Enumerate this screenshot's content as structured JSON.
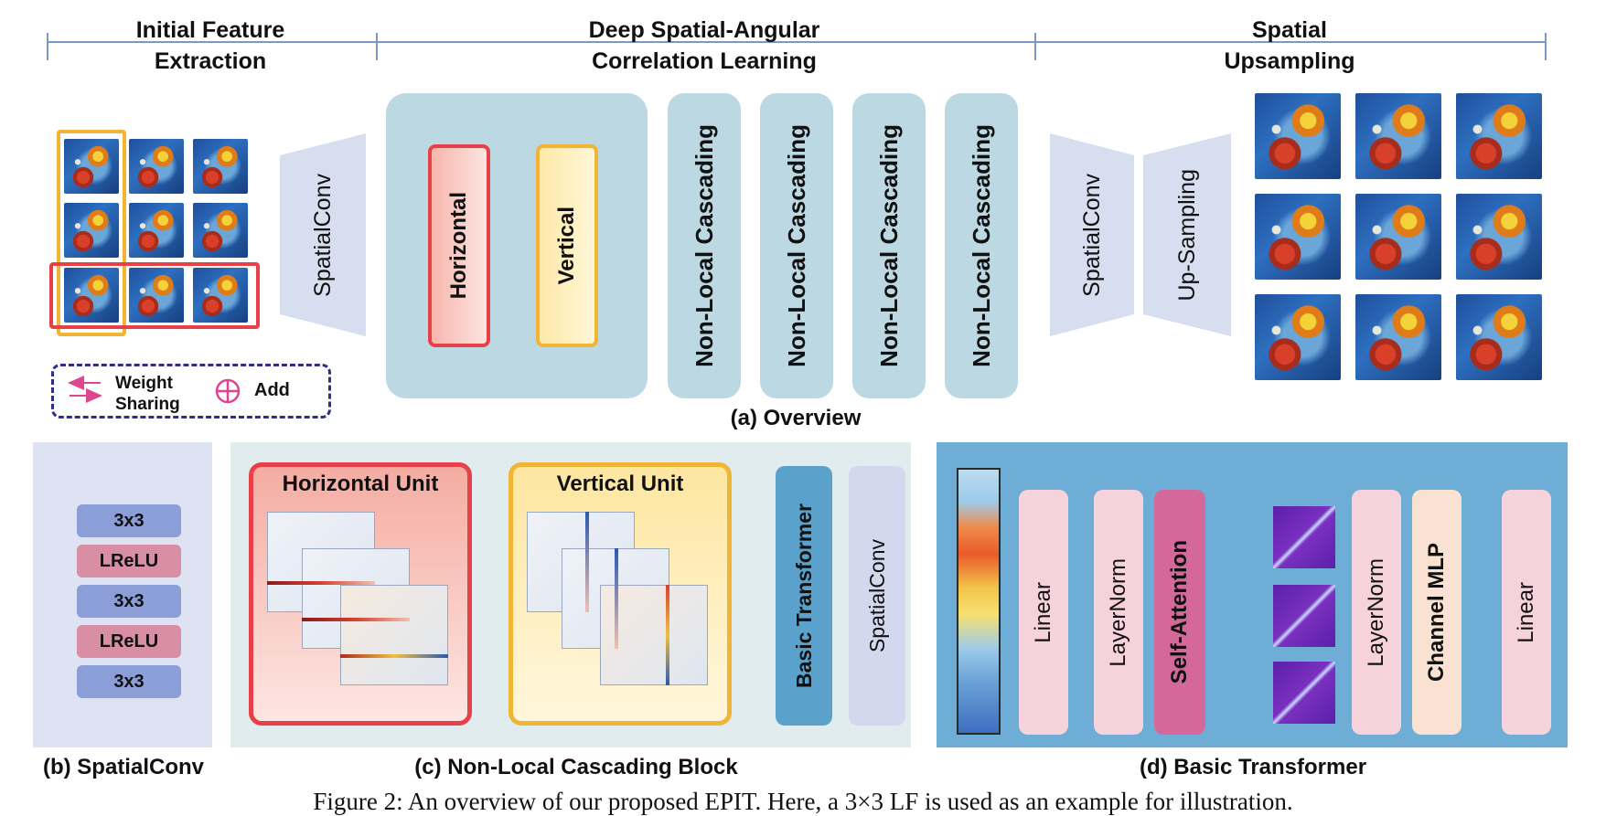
{
  "headers": {
    "initial": [
      "Initial Feature",
      "Extraction"
    ],
    "deep": [
      "Deep Spatial-Angular",
      "Correlation Learning"
    ],
    "spatial": [
      "Spatial",
      "Upsampling"
    ]
  },
  "overview": {
    "spatial_conv": "SpatialConv",
    "horizontal": "Horizontal",
    "vertical": "Vertical",
    "non_local": [
      "Non-Local Cascading",
      "Non-Local Cascading",
      "Non-Local Cascading",
      "Non-Local Cascading"
    ],
    "spatial_conv_2": "SpatialConv",
    "up_sampling": "Up-Sampling",
    "caption": "(a) Overview"
  },
  "legend": {
    "weight_sharing": [
      "Weight",
      "Sharing"
    ],
    "add": "Add"
  },
  "spatialconv_block": {
    "layers": [
      "3x3",
      "LReLU",
      "3x3",
      "LReLU",
      "3x3"
    ],
    "caption": "(b) SpatialConv"
  },
  "nlc_block": {
    "horizontal_unit": "Horizontal Unit",
    "vertical_unit": "Vertical Unit",
    "basic_transformer": "Basic Transformer",
    "spatial_conv": "SpatialConv",
    "caption": "(c) Non-Local Cascading Block"
  },
  "transformer": {
    "linear": "Linear",
    "layernorm": "LayerNorm",
    "self_attention": "Self-Attention",
    "layernorm_2": "LayerNorm",
    "channel_mlp": "Channel MLP",
    "linear_2": "Linear",
    "caption": "(d) Basic Transformer"
  },
  "figure_caption": "Figure 2: An overview of our proposed EPIT. Here, a 3×3 LF is used as an example for illustration."
}
